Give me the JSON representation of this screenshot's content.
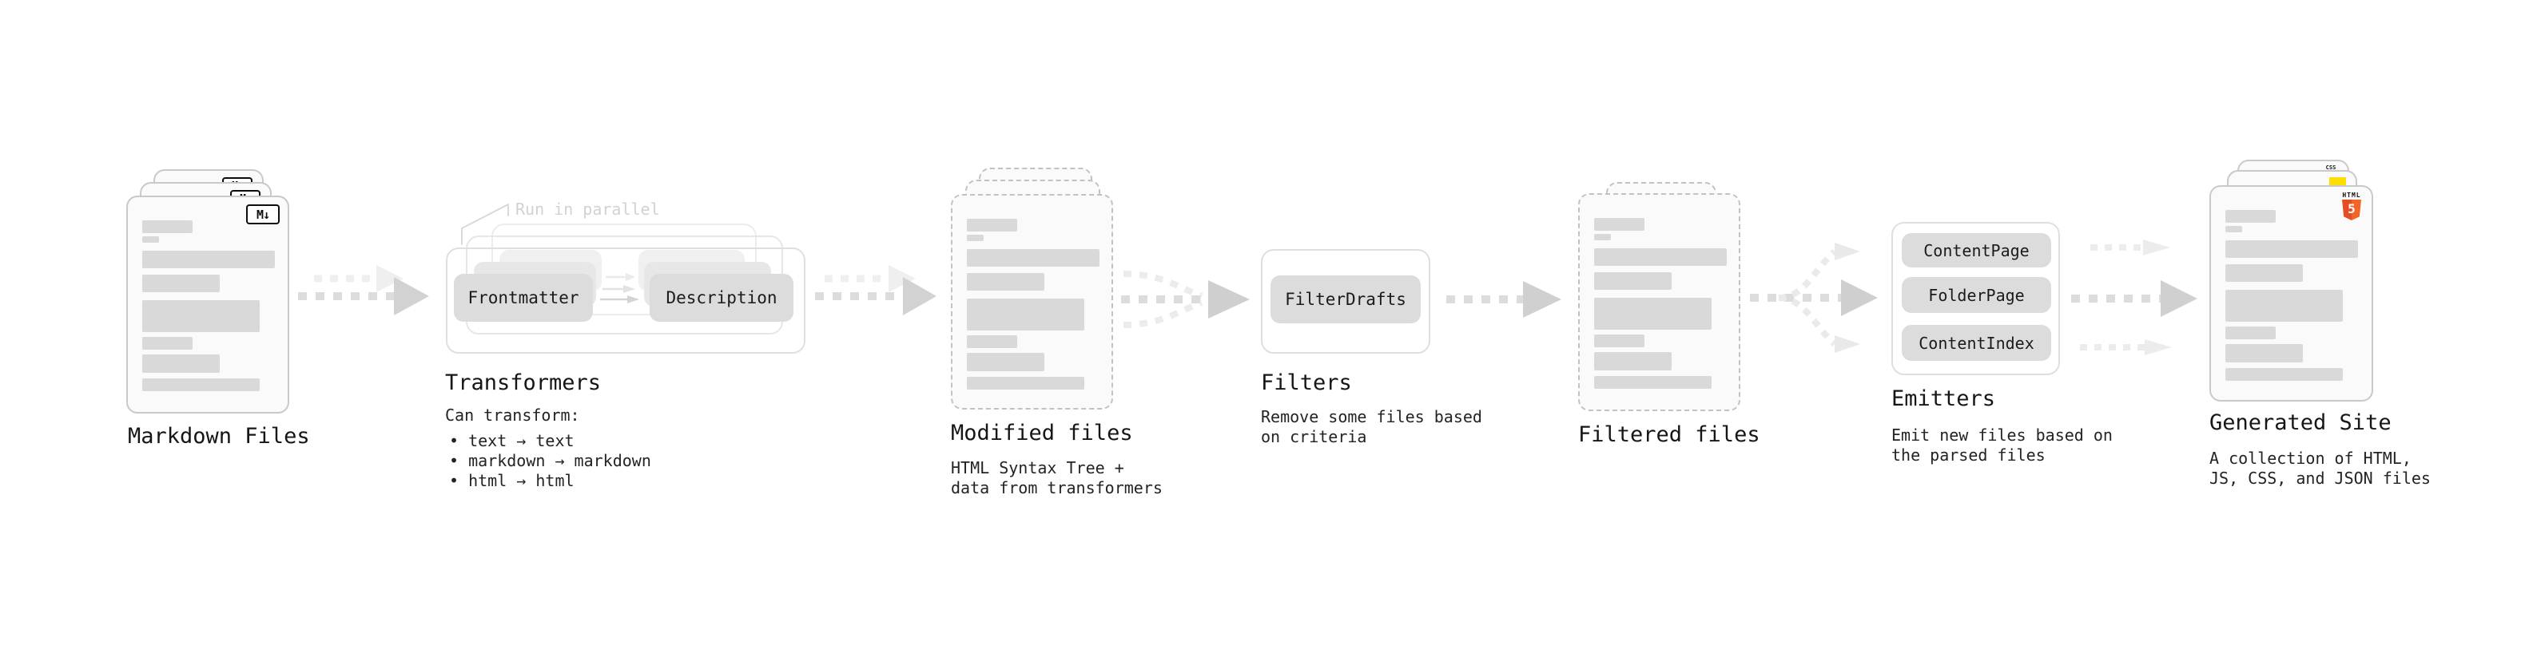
{
  "diagram": {
    "markdown_files": {
      "label": "Markdown Files"
    },
    "transformers": {
      "label": "Transformers",
      "annotation": "Run in parallel",
      "input_pill": "Frontmatter",
      "output_pill": "Description",
      "desc_title": "Can transform:",
      "bullets": [
        "• text → text",
        "• markdown → markdown",
        "• html → html"
      ]
    },
    "modified_files": {
      "label": "Modified files",
      "desc": [
        "HTML Syntax Tree +",
        "data from transformers"
      ]
    },
    "filters": {
      "label": "Filters",
      "pill": "FilterDrafts",
      "desc": [
        "Remove some files based",
        "on criteria"
      ]
    },
    "filtered_files": {
      "label": "Filtered files"
    },
    "emitters": {
      "label": "Emitters",
      "pills": [
        "ContentPage",
        "FolderPage",
        "ContentIndex"
      ],
      "desc": [
        "Emit new files based on",
        "the parsed files"
      ]
    },
    "generated_site": {
      "label": "Generated Site",
      "desc": [
        "A collection of HTML,",
        "JS, CSS, and JSON files"
      ]
    }
  },
  "icons": {
    "markdown_badge": "M↓",
    "html5_badge": {
      "text": "HTML",
      "number": "5"
    },
    "css_badge": "CSS"
  },
  "colors": {
    "html5_orange": "#e44d26",
    "html5_orange_light": "#f16529",
    "js_yellow": "#ffdd00",
    "css_blue": "#2965f1",
    "annotation_gray": "#d2d2d2",
    "bar_gray": "#d9d9d9"
  }
}
